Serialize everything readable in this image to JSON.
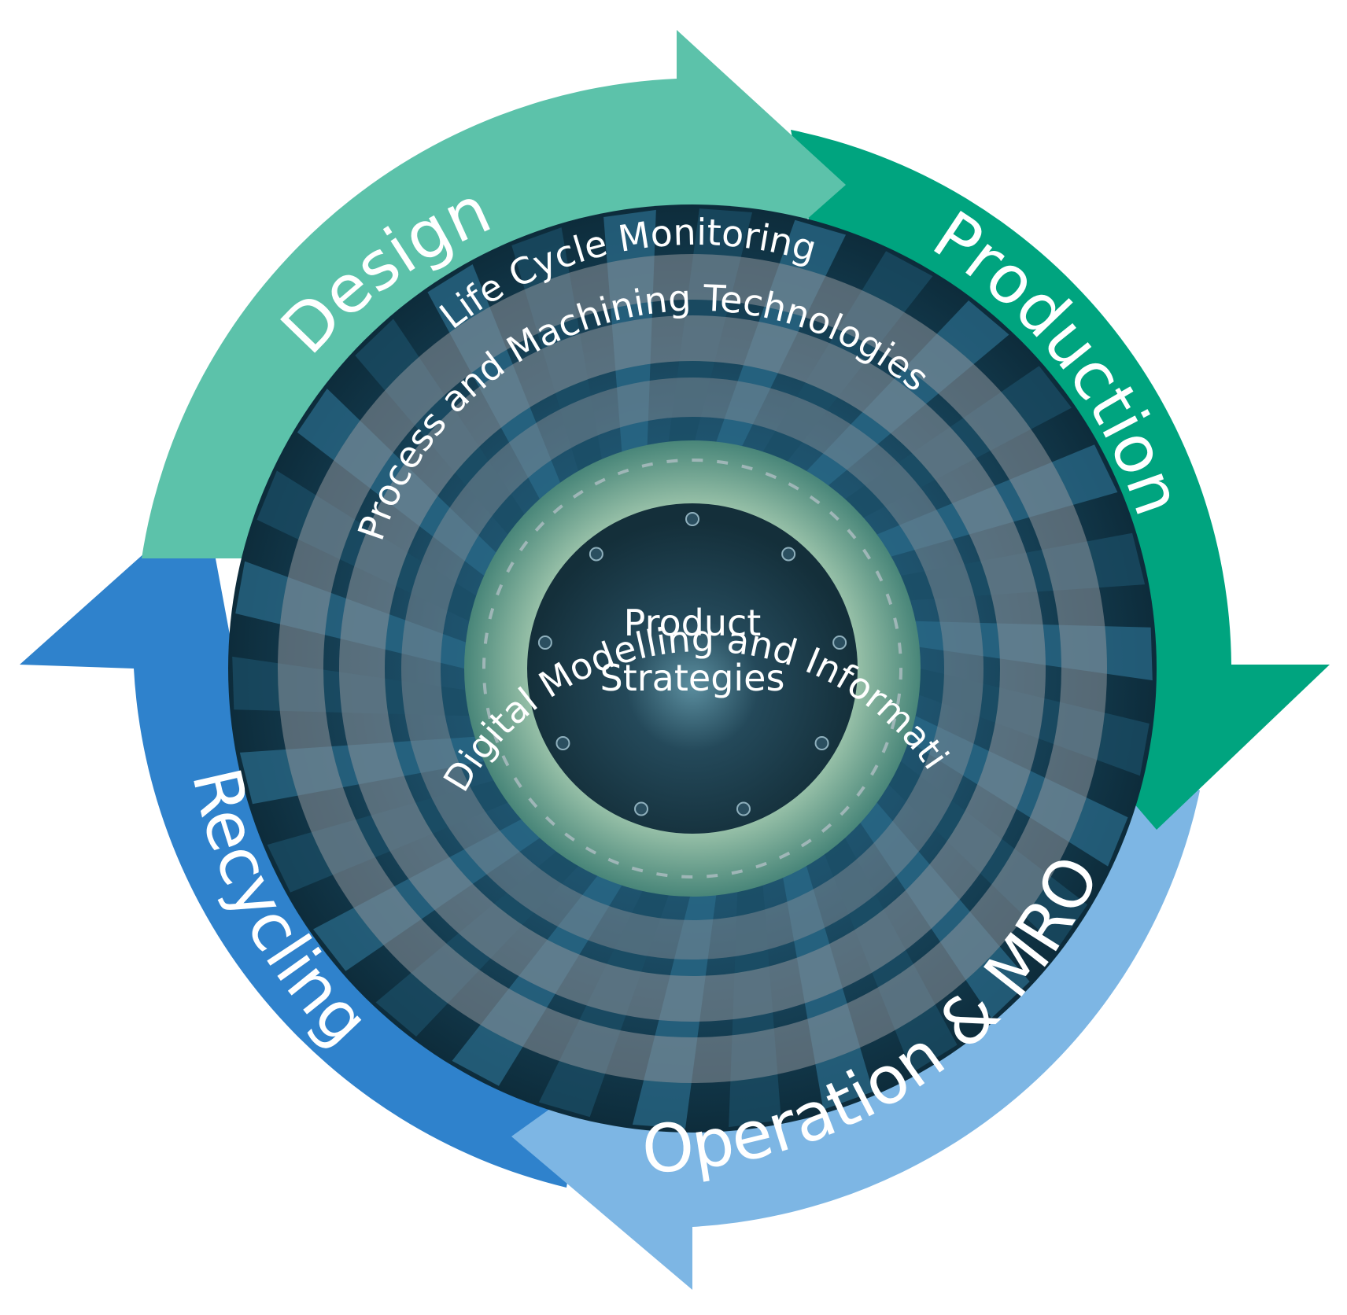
{
  "diagram": {
    "center": {
      "line1": "Product",
      "line2": "Strategies"
    },
    "rings": [
      {
        "label": "Life Cycle Monitoring"
      },
      {
        "label": "Process and Machining Technologies"
      },
      {
        "label": "Digital Modelling and Information Management"
      }
    ],
    "cycle": [
      {
        "label": "Design",
        "color": "#5cc2aa"
      },
      {
        "label": "Production",
        "color": "#00a47f"
      },
      {
        "label": "Operation & MRO",
        "color": "#7db6e4"
      },
      {
        "label": "Recycling",
        "color": "#2f82cc"
      }
    ],
    "colors": {
      "ring_bands": "#8e939a",
      "engine_dark": "#123445",
      "engine_blade": "#1f5570",
      "hub_glow": "#cbe8c6",
      "hub_core": "#1a3b46"
    }
  }
}
